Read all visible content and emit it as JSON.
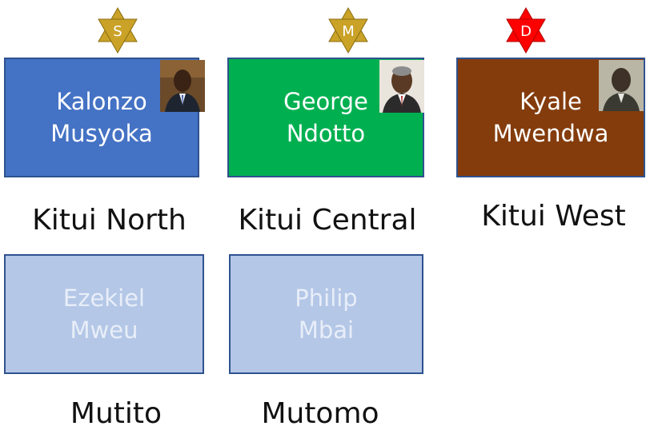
{
  "cards": [
    {
      "first": "Kalonzo",
      "last": "Musyoka",
      "constituency": "Kitui North",
      "badge": "S",
      "fill": "#4472C4",
      "border": "#2F528F",
      "badge_fill": "#C9A227",
      "badge_text": "#FFFFFF",
      "text": "#FFFFFF",
      "photo": true
    },
    {
      "first": "George",
      "last": "Ndotto",
      "constituency": "Kitui Central",
      "badge": "M",
      "fill": "#00B050",
      "border": "#2F528F",
      "badge_fill": "#C9A227",
      "badge_text": "#FFFFFF",
      "text": "#FFFFFF",
      "photo": true
    },
    {
      "first": "Kyale",
      "last": "Mwendwa",
      "constituency": "Kitui West",
      "badge": "D",
      "fill": "#843C0C",
      "border": "#2F528F",
      "badge_fill": "#FF0000",
      "badge_text": "#FFFFFF",
      "text": "#FFFFFF",
      "photo": true
    },
    {
      "first": "Ezekiel",
      "last": "Mweu",
      "constituency": "Mutito",
      "badge": "",
      "fill": "#B4C7E7",
      "border": "#2F528F",
      "text": "#E8EEF8",
      "photo": false
    },
    {
      "first": "Philip",
      "last": "Mbai",
      "constituency": "Mutomo",
      "badge": "",
      "fill": "#B4C7E7",
      "border": "#2F528F",
      "text": "#E8EEF8",
      "photo": false
    }
  ]
}
